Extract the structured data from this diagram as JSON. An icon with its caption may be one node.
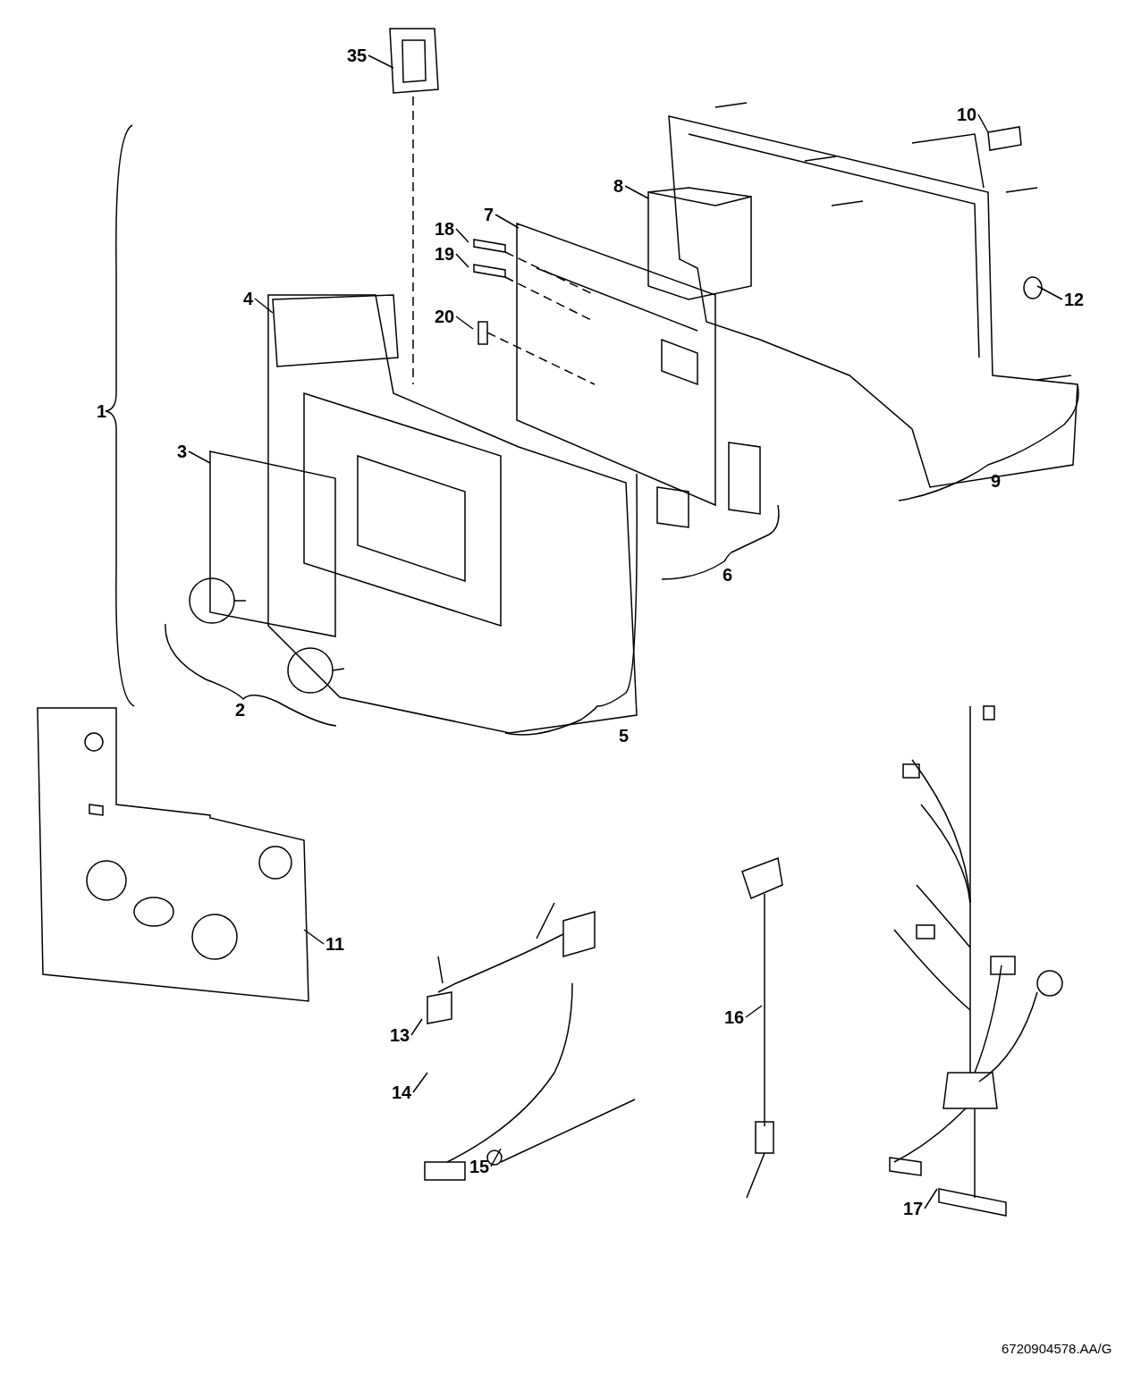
{
  "diagram": {
    "nodes": [
      {
        "text": [
          "35"
        ]
      },
      {
        "text": [
          "10"
        ]
      },
      {
        "text": [
          "8"
        ]
      },
      {
        "text": [
          "7"
        ]
      },
      {
        "text": [
          "18"
        ]
      },
      {
        "text": [
          "19"
        ]
      },
      {
        "text": [
          "4"
        ]
      },
      {
        "text": [
          "12"
        ]
      },
      {
        "text": [
          "20"
        ]
      },
      {
        "text": [
          "3"
        ]
      },
      {
        "text": [
          "11"
        ]
      },
      {
        "text": [
          "16"
        ]
      },
      {
        "text": [
          "13"
        ]
      },
      {
        "text": [
          "14"
        ]
      },
      {
        "text": [
          "15"
        ]
      },
      {
        "text": [
          "17"
        ]
      }
    ],
    "edges": [
      {
        "from": 0,
        "to": null,
        "arrow": "none"
      },
      {
        "from": 1,
        "to": null,
        "arrow": "none"
      },
      {
        "from": 2,
        "to": null,
        "arrow": "none"
      },
      {
        "from": 3,
        "to": null,
        "arrow": "none"
      },
      {
        "from": 4,
        "to": null,
        "arrow": "none"
      },
      {
        "from": 5,
        "to": null,
        "arrow": "none"
      },
      {
        "from": 6,
        "to": null,
        "arrow": "none"
      },
      {
        "from": 7,
        "to": null,
        "arrow": "none"
      },
      {
        "from": 8,
        "to": null,
        "arrow": "none"
      },
      {
        "from": 9,
        "to": null,
        "arrow": "none"
      },
      {
        "from": 10,
        "to": null,
        "arrow": "none"
      },
      {
        "from": 11,
        "to": null,
        "arrow": "none"
      },
      {
        "from": 12,
        "to": null,
        "arrow": "none"
      },
      {
        "from": 13,
        "to": null,
        "arrow": "none"
      },
      {
        "from": 14,
        "to": null,
        "arrow": "none"
      },
      {
        "from": 15,
        "to": null,
        "arrow": "none"
      }
    ],
    "labels": [
      "1",
      "2",
      "5",
      "6",
      "9",
      "6720904578.AA/G"
    ]
  }
}
